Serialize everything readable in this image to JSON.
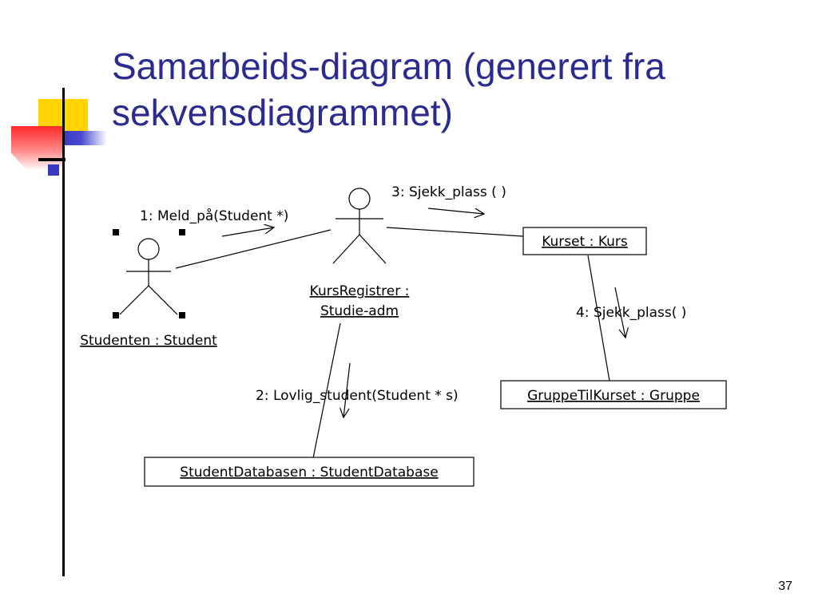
{
  "slide": {
    "title_line1": "Samarbeids-diagram (generert fra",
    "title_line2": "sekvensdiagrammet)",
    "page_number": "37"
  },
  "diagram": {
    "actors": [
      {
        "id": "student",
        "label": "Studenten : Student"
      },
      {
        "id": "kursregistrer",
        "label_line1": "KursRegistrer :",
        "label_line2": "Studie-adm"
      }
    ],
    "objects": [
      {
        "id": "kurset",
        "label": "Kurset : Kurs"
      },
      {
        "id": "gruppe",
        "label": "GruppeTilKurset : Gruppe"
      },
      {
        "id": "studentdb",
        "label": "StudentDatabasen : StudentDatabase"
      }
    ],
    "messages": [
      {
        "id": "m1",
        "label": "1: Meld_på(Student  *)"
      },
      {
        "id": "m2",
        "label": "2: Lovlig_student(Student * s)"
      },
      {
        "id": "m3",
        "label": "3: Sjekk_plass ( )"
      },
      {
        "id": "m4",
        "label": "4: Sjekk_plass( )"
      }
    ]
  }
}
